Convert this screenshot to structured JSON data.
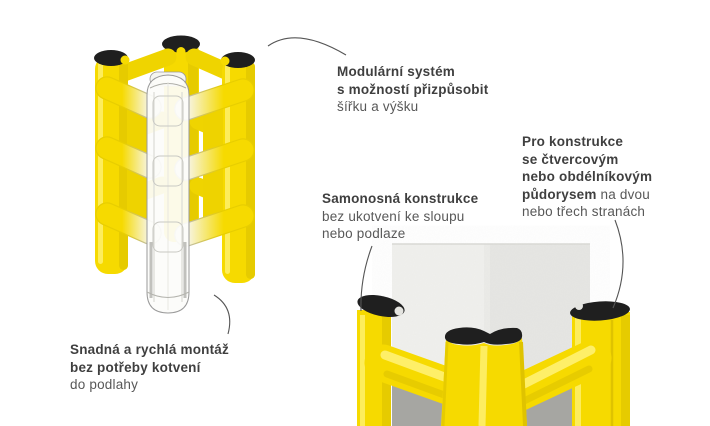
{
  "palette": {
    "yellow": "#f6da00",
    "yellowHighlight": "#fff173",
    "yellowShade": "#e6cb00",
    "yellowDeep": "#e3c800",
    "cap": "#1f1f1f",
    "ghostStroke": "#9a9a9a",
    "concreteLight": "#f0f0ed",
    "concreteRight": "#e6e6e3",
    "concreteDark": "#a6a6a2",
    "textBold": "#3f3f3f",
    "textRegular": "#585858",
    "connector": "#555555",
    "background": "#ffffff"
  },
  "figures": {
    "main": "modular-column-protector-illustration",
    "corner": "protector-corner-detail-illustration"
  },
  "annotations": [
    {
      "name": "modular-system",
      "lines": [
        [
          {
            "text": "Modulární systém",
            "bold": true
          }
        ],
        [
          {
            "text": "s možností přizpůsobit",
            "bold": true
          }
        ],
        [
          {
            "text": "šířku a výšku",
            "bold": false
          }
        ]
      ]
    },
    {
      "name": "constructions",
      "lines": [
        [
          {
            "text": "Pro konstrukce",
            "bold": true
          }
        ],
        [
          {
            "text": "se čtvercovým",
            "bold": true
          }
        ],
        [
          {
            "text": "nebo obdélníkovým",
            "bold": true
          }
        ],
        [
          {
            "text": "půdorysem",
            "bold": true
          },
          {
            "text": " na dvou",
            "bold": false
          }
        ],
        [
          {
            "text": "nebo třech stranách",
            "bold": false
          }
        ]
      ]
    },
    {
      "name": "self-supporting",
      "lines": [
        [
          {
            "text": "Samonosná konstrukce",
            "bold": true
          }
        ],
        [
          {
            "text": "bez ukotvení ke sloupu",
            "bold": false
          }
        ],
        [
          {
            "text": "nebo podlaze",
            "bold": false
          }
        ]
      ]
    },
    {
      "name": "easy-install",
      "lines": [
        [
          {
            "text": "Snadná a rychlá montáž",
            "bold": true
          }
        ],
        [
          {
            "text": "bez potřeby kotvení",
            "bold": true
          }
        ],
        [
          {
            "text": "do podlahy",
            "bold": false
          }
        ]
      ]
    }
  ]
}
